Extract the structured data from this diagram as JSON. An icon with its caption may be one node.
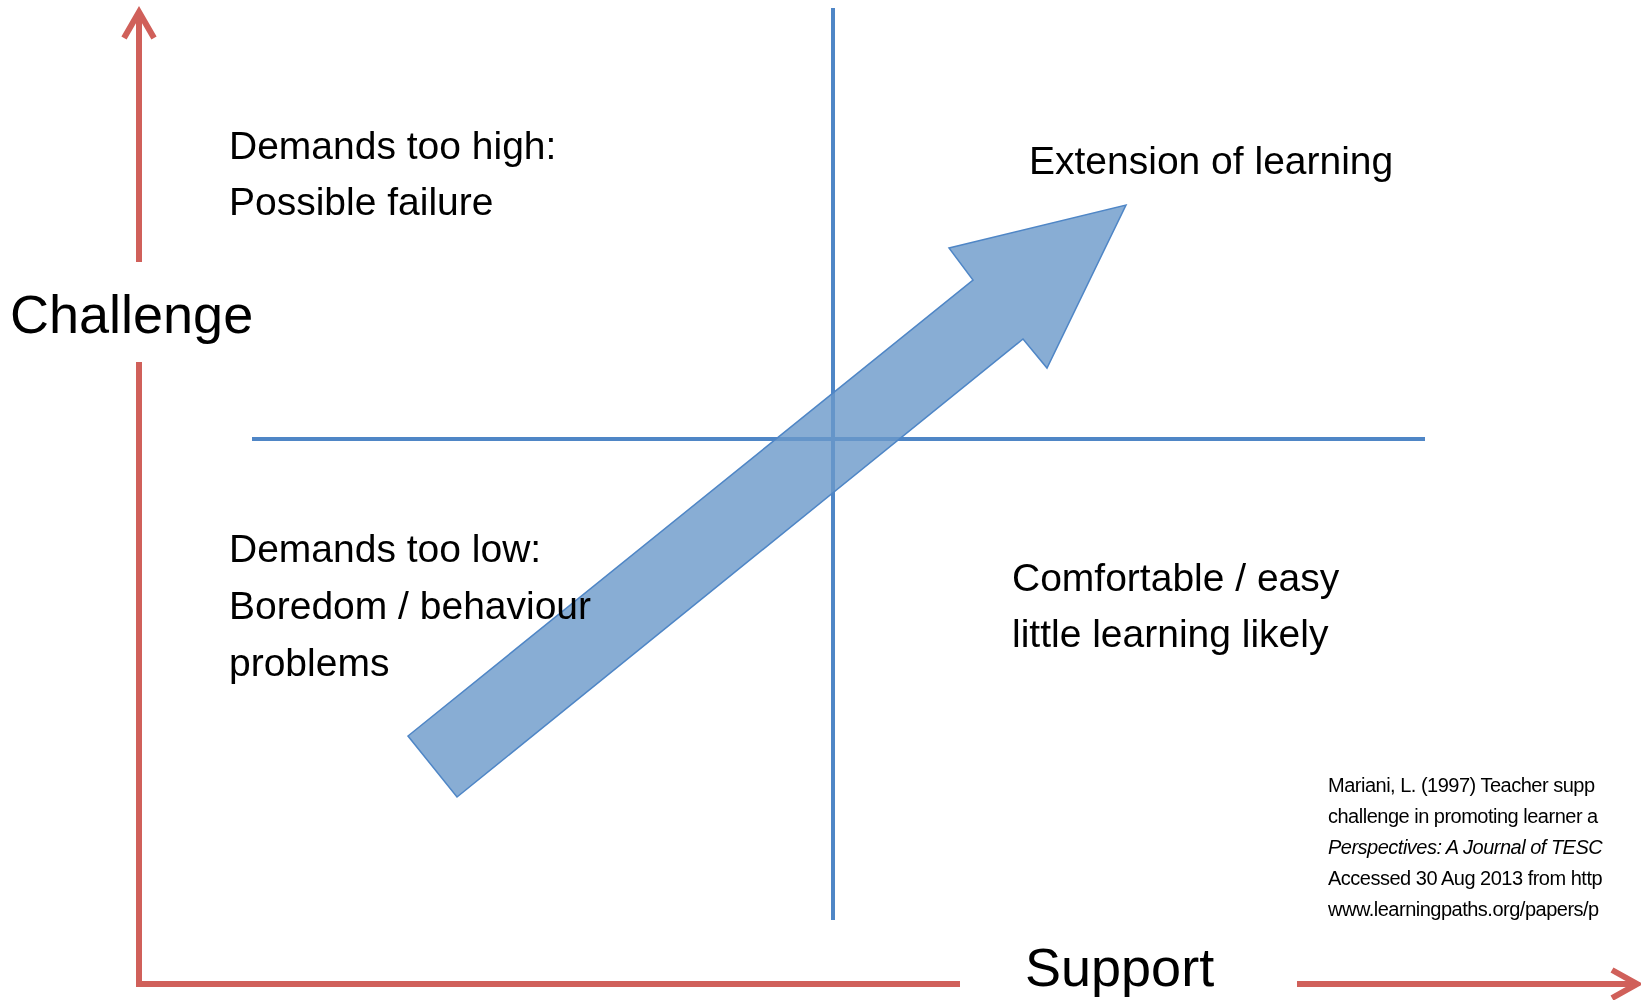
{
  "diagram": {
    "labels": [
      "Challenge",
      "Demands too high: Possible failure",
      "Extension of learning",
      "Demands too low: Boredom / behaviour problems",
      "Comfortable / easy little learning likely",
      "Mariani, L. (1997) Teacher supp challenge in promoting learner a *Perspectives: A Journal of TESC* Accessed 30 Aug 2013 from http www.learningpaths.org/papers/p",
      "Support"
    ]
  }
}
